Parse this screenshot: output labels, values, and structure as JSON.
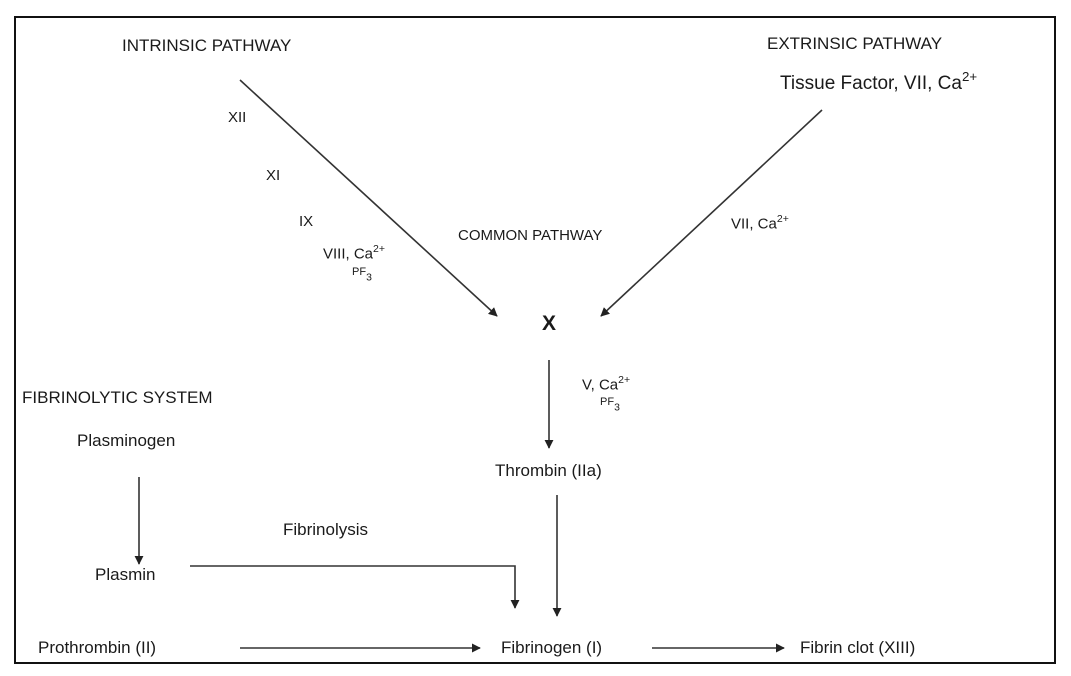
{
  "pathways": {
    "intrinsic_title": "INTRINSIC PATHWAY",
    "extrinsic_title": "EXTRINSIC PATHWAY",
    "common_title": "COMMON PATHWAY",
    "fibrinolytic_title": "FIBRINOLYTIC SYSTEM"
  },
  "intrinsic": {
    "f12": "XII",
    "f11": "XI",
    "f9": "IX",
    "f8": "VIII, Ca",
    "f8_sup": "2+",
    "pf_main": "PF",
    "pf_sub": "3"
  },
  "extrinsic": {
    "tissue_factor": "Tissue Factor, VII, Ca",
    "tissue_factor_sup": "2+",
    "vii": "VII, Ca",
    "vii_sup": "2+"
  },
  "common": {
    "x": "X",
    "v": "V, Ca",
    "v_sup": "2+",
    "pf_main": "PF",
    "pf_sub": "3",
    "thrombin": "Thrombin (IIa)"
  },
  "fibrinolytic": {
    "plasminogen": "Plasminogen",
    "plasmin": "Plasmin",
    "fibrinolysis": "Fibrinolysis"
  },
  "bottom": {
    "prothrombin": "Prothrombin (II)",
    "fibrinogen": "Fibrinogen (I)",
    "fibrin_clot": "Fibrin clot (XIII)"
  }
}
